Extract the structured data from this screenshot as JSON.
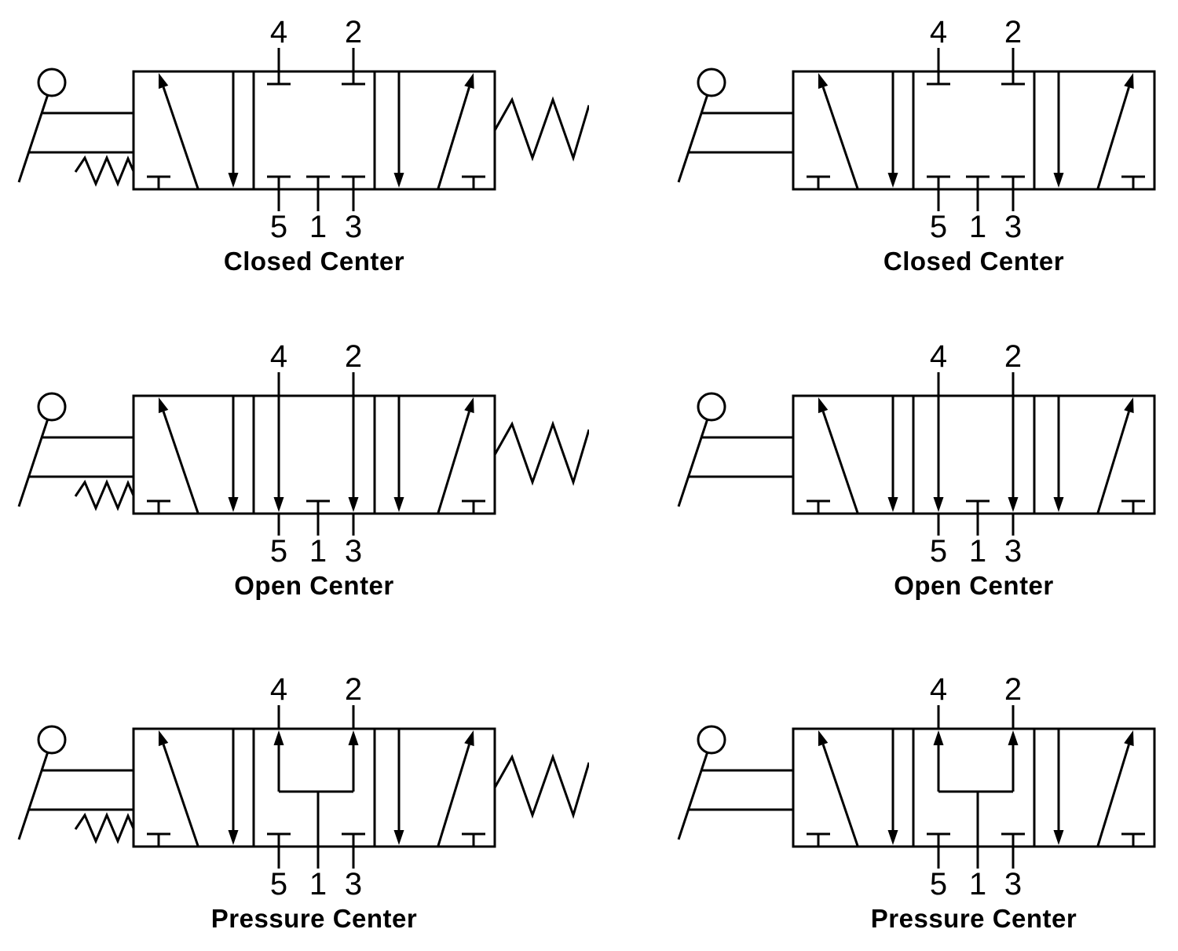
{
  "colors": {
    "line": "#000000",
    "text": "#000000",
    "background": "#ffffff"
  },
  "ports": {
    "top": [
      "4",
      "2"
    ],
    "bottom": [
      "5",
      "1",
      "3"
    ]
  },
  "diagrams": [
    {
      "caption": "Closed Center",
      "center_type": "closed",
      "actuator": "lever-with-spring",
      "spring_return": true,
      "column": "left",
      "row": 1
    },
    {
      "caption": "Closed Center",
      "center_type": "closed",
      "actuator": "lever",
      "spring_return": false,
      "column": "right",
      "row": 1
    },
    {
      "caption": "Open Center",
      "center_type": "open",
      "actuator": "lever-with-spring",
      "spring_return": true,
      "column": "left",
      "row": 2
    },
    {
      "caption": "Open Center",
      "center_type": "open",
      "actuator": "lever",
      "spring_return": false,
      "column": "right",
      "row": 2
    },
    {
      "caption": "Pressure Center",
      "center_type": "pressure",
      "actuator": "lever-with-spring",
      "spring_return": true,
      "column": "left",
      "row": 3
    },
    {
      "caption": "Pressure Center",
      "center_type": "pressure",
      "actuator": "lever",
      "spring_return": false,
      "column": "right",
      "row": 3
    }
  ]
}
